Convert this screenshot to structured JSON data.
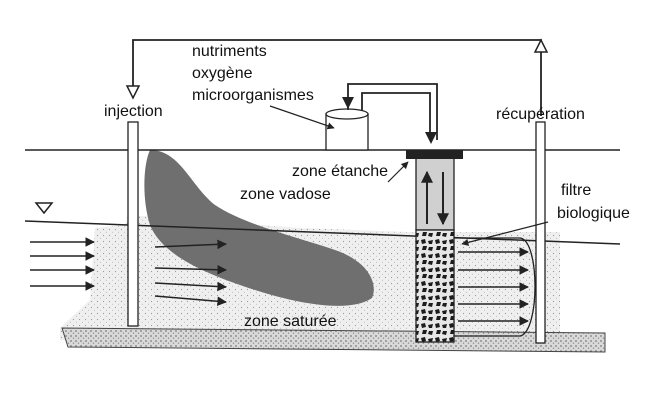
{
  "labels": {
    "nutrients": "nutriments",
    "oxygen": "oxygène",
    "microorganisms": "microorganismes",
    "injection": "injection",
    "recovery": "récupération",
    "sealed_zone": "zone étanche",
    "vadose_zone": "zone vadose",
    "filter_line1": "filtre",
    "filter_line2": "biologique",
    "saturated_zone": "zone saturée"
  },
  "colors": {
    "line": "#222222",
    "soil": "#ececec",
    "plume": "#6f6f6f",
    "gravel": "#d4d4d4",
    "column": "#cfcfcf",
    "cap": "#222222"
  }
}
